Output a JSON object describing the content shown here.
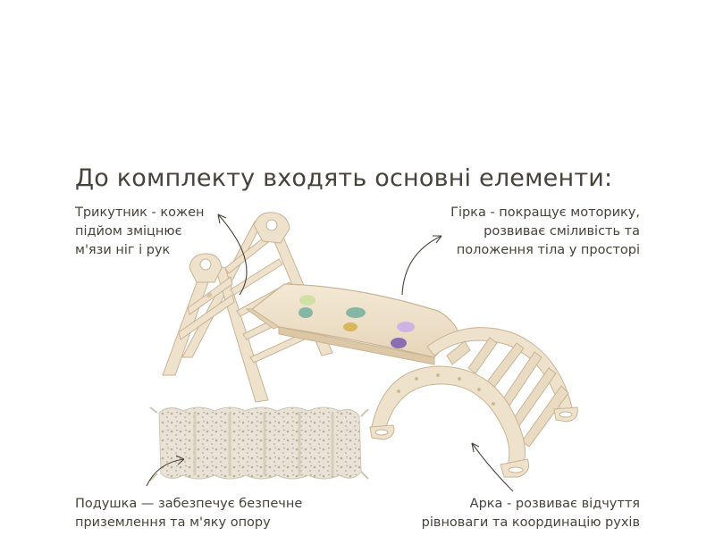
{
  "title": "До комплекту входять основні елементи:",
  "captions": {
    "triangle": [
      "Трикутник - кожен",
      "підйом зміцнює",
      "м'язи ніг і рук"
    ],
    "slide": [
      "Гірка - покращує моторику,",
      "розвиває сміливість та",
      "положення тіла у просторі"
    ],
    "pillow": [
      "Подушка — забезпечує безпечне",
      "приземлення та м'яку опору"
    ],
    "arch": [
      "Арка - розвиває відчуття",
      "рівноваги та координацію рухів"
    ]
  },
  "colors": {
    "wood": "#efe2cd",
    "wood_edge": "#c9b393",
    "text": "#46433a",
    "pillow": "#e8e2d6",
    "stone_green": "#cfe0a4",
    "stone_teal": "#86b7a5",
    "stone_purple": "#cdb4e3",
    "stone_yellow": "#d8b75d",
    "stone_violet": "#8b6db3"
  }
}
